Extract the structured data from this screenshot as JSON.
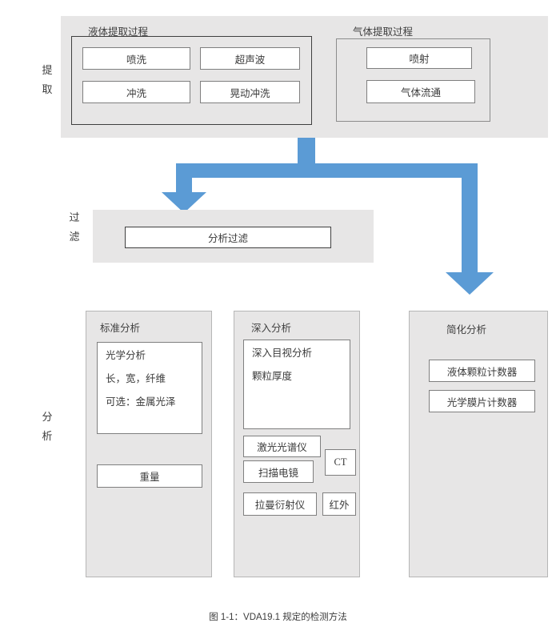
{
  "figure": {
    "caption": "图 1-1：VDA19.1 规定的检测方法",
    "accent_color": "#5B9BD5",
    "panel_color": "#E7E6E6",
    "box_border_color": "#7F7F7F",
    "frame_border_color": "#3F3F3F"
  },
  "stages": [
    {
      "id": "extraction",
      "label_chars": [
        "提",
        "取"
      ]
    },
    {
      "id": "filtration",
      "label_chars": [
        "过",
        "滤"
      ]
    },
    {
      "id": "analysis",
      "label_chars": [
        "分",
        "析"
      ]
    }
  ],
  "extraction": {
    "groups": [
      {
        "id": "liquid",
        "title": "液体提取过程",
        "boxes": [
          {
            "label": "喷洗"
          },
          {
            "label": "超声波"
          },
          {
            "label": "冲洗"
          },
          {
            "label": "晃动冲洗"
          }
        ]
      },
      {
        "id": "gas",
        "title": "气体提取过程",
        "boxes": [
          {
            "label": "喷射"
          },
          {
            "label": "气体流通"
          }
        ]
      }
    ]
  },
  "filtration": {
    "boxes": [
      {
        "label": "分析过滤"
      }
    ]
  },
  "analysis": {
    "columns": [
      {
        "id": "standard",
        "title": "标准分析",
        "detail_box": {
          "lines": [
            "光学分析",
            "长，宽，纤维",
            "可选：金属光泽"
          ]
        },
        "boxes": [
          {
            "label": "重量"
          }
        ]
      },
      {
        "id": "deep",
        "title": "深入分析",
        "detail_box": {
          "lines": [
            "深入目视分析",
            "颗粒厚度"
          ]
        },
        "boxes": [
          {
            "label": "激光光谱仪"
          },
          {
            "label": "CT"
          },
          {
            "label": "扫描电镜"
          },
          {
            "label": "拉曼衍射仪"
          },
          {
            "label": "红外"
          }
        ]
      },
      {
        "id": "simplified",
        "title": "简化分析",
        "boxes": [
          {
            "label": "液体颗粒计数器"
          },
          {
            "label": "光学膜片计数器"
          }
        ]
      }
    ]
  }
}
